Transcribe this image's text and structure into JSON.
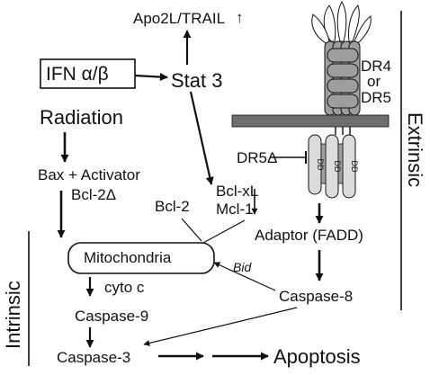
{
  "labels": {
    "apo2l": "Apo2L/TRAIL",
    "apo2l_arrow": "↑",
    "ifn": "IFN α/β",
    "stat3": "Stat 3",
    "radiation": "Radiation",
    "bax": "Bax + Activator",
    "bcl2delta": "Bcl-2Δ",
    "bcl2": "Bcl-2",
    "bclxl": "Bcl-xL",
    "mcl1": "Mcl-1",
    "dr4": "DR4",
    "or": "or",
    "dr5": "DR5",
    "dr5delta": "DR5Δ",
    "dd": "DD",
    "adaptor": "Adaptor (FADD)",
    "mitochondria": "Mitochondria",
    "cytoc": "cyto  c",
    "bid": "Bid",
    "caspase8": "Caspase-8",
    "caspase9": "Caspase-9",
    "caspase3": "Caspase-3",
    "apoptosis": "Apoptosis",
    "extrinsic": "Extrinsic",
    "intrinsic": "Intrinsic"
  },
  "colors": {
    "receptor": "#9e9e9e",
    "membrane": "#6e6e6e",
    "death_domain": "#dcdcdc",
    "ink": "#111111"
  }
}
